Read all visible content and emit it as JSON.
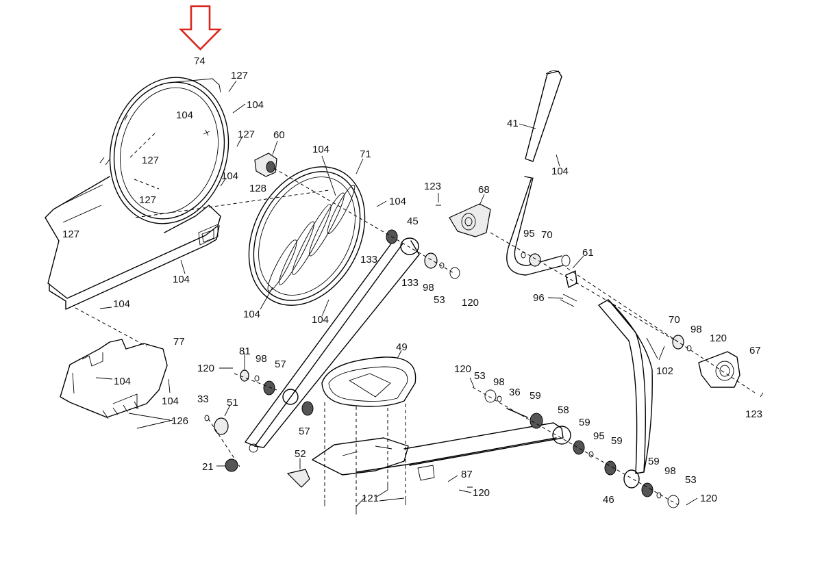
{
  "arrow": {
    "color": "#d9261c",
    "points_to": "74"
  },
  "labels": [
    {
      "id": "l74",
      "text": "74"
    },
    {
      "id": "l127a",
      "text": "127"
    },
    {
      "id": "l104a",
      "text": "104"
    },
    {
      "id": "l104b",
      "text": "104"
    },
    {
      "id": "l127b",
      "text": "127"
    },
    {
      "id": "l60",
      "text": "60"
    },
    {
      "id": "l127c",
      "text": "127"
    },
    {
      "id": "l104c",
      "text": "104"
    },
    {
      "id": "l127d",
      "text": "127"
    },
    {
      "id": "l127e",
      "text": "127"
    },
    {
      "id": "l128",
      "text": "128"
    },
    {
      "id": "l104d",
      "text": "104"
    },
    {
      "id": "l71",
      "text": "71"
    },
    {
      "id": "l104e",
      "text": "104"
    },
    {
      "id": "l41",
      "text": "41"
    },
    {
      "id": "l104f",
      "text": "104"
    },
    {
      "id": "l123a",
      "text": "123"
    },
    {
      "id": "l68",
      "text": "68"
    },
    {
      "id": "l45",
      "text": "45"
    },
    {
      "id": "l95a",
      "text": "95"
    },
    {
      "id": "l70a",
      "text": "70"
    },
    {
      "id": "l61",
      "text": "61"
    },
    {
      "id": "l133a",
      "text": "133"
    },
    {
      "id": "l133b",
      "text": "133"
    },
    {
      "id": "l98a",
      "text": "98"
    },
    {
      "id": "l53a",
      "text": "53"
    },
    {
      "id": "l120a",
      "text": "120"
    },
    {
      "id": "l96",
      "text": "96"
    },
    {
      "id": "l104g",
      "text": "104"
    },
    {
      "id": "l104h",
      "text": "104"
    },
    {
      "id": "l104i",
      "text": "104"
    },
    {
      "id": "l104j",
      "text": "104"
    },
    {
      "id": "l70b",
      "text": "70"
    },
    {
      "id": "l98b",
      "text": "98"
    },
    {
      "id": "l120b",
      "text": "120"
    },
    {
      "id": "l67",
      "text": "67"
    },
    {
      "id": "l102",
      "text": "102"
    },
    {
      "id": "l123b",
      "text": "123"
    },
    {
      "id": "l77",
      "text": "77"
    },
    {
      "id": "l104k",
      "text": "104"
    },
    {
      "id": "l104l",
      "text": "104"
    },
    {
      "id": "l126",
      "text": "126"
    },
    {
      "id": "l120c",
      "text": "120"
    },
    {
      "id": "l81",
      "text": "81"
    },
    {
      "id": "l98c",
      "text": "98"
    },
    {
      "id": "l57a",
      "text": "57"
    },
    {
      "id": "l49",
      "text": "49"
    },
    {
      "id": "l120d",
      "text": "120"
    },
    {
      "id": "l53b",
      "text": "53"
    },
    {
      "id": "l98d",
      "text": "98"
    },
    {
      "id": "l36",
      "text": "36"
    },
    {
      "id": "l59a",
      "text": "59"
    },
    {
      "id": "l58",
      "text": "58"
    },
    {
      "id": "l33",
      "text": "33"
    },
    {
      "id": "l51",
      "text": "51"
    },
    {
      "id": "l57b",
      "text": "57"
    },
    {
      "id": "l59b",
      "text": "59"
    },
    {
      "id": "l95b",
      "text": "95"
    },
    {
      "id": "l59c",
      "text": "59"
    },
    {
      "id": "l52",
      "text": "52"
    },
    {
      "id": "l21",
      "text": "21"
    },
    {
      "id": "l87",
      "text": "87"
    },
    {
      "id": "l120e",
      "text": "120"
    },
    {
      "id": "l121",
      "text": "121"
    },
    {
      "id": "l59d",
      "text": "59"
    },
    {
      "id": "l98e",
      "text": "98"
    },
    {
      "id": "l53c",
      "text": "53"
    },
    {
      "id": "l46",
      "text": "46"
    },
    {
      "id": "l120f",
      "text": "120"
    }
  ]
}
